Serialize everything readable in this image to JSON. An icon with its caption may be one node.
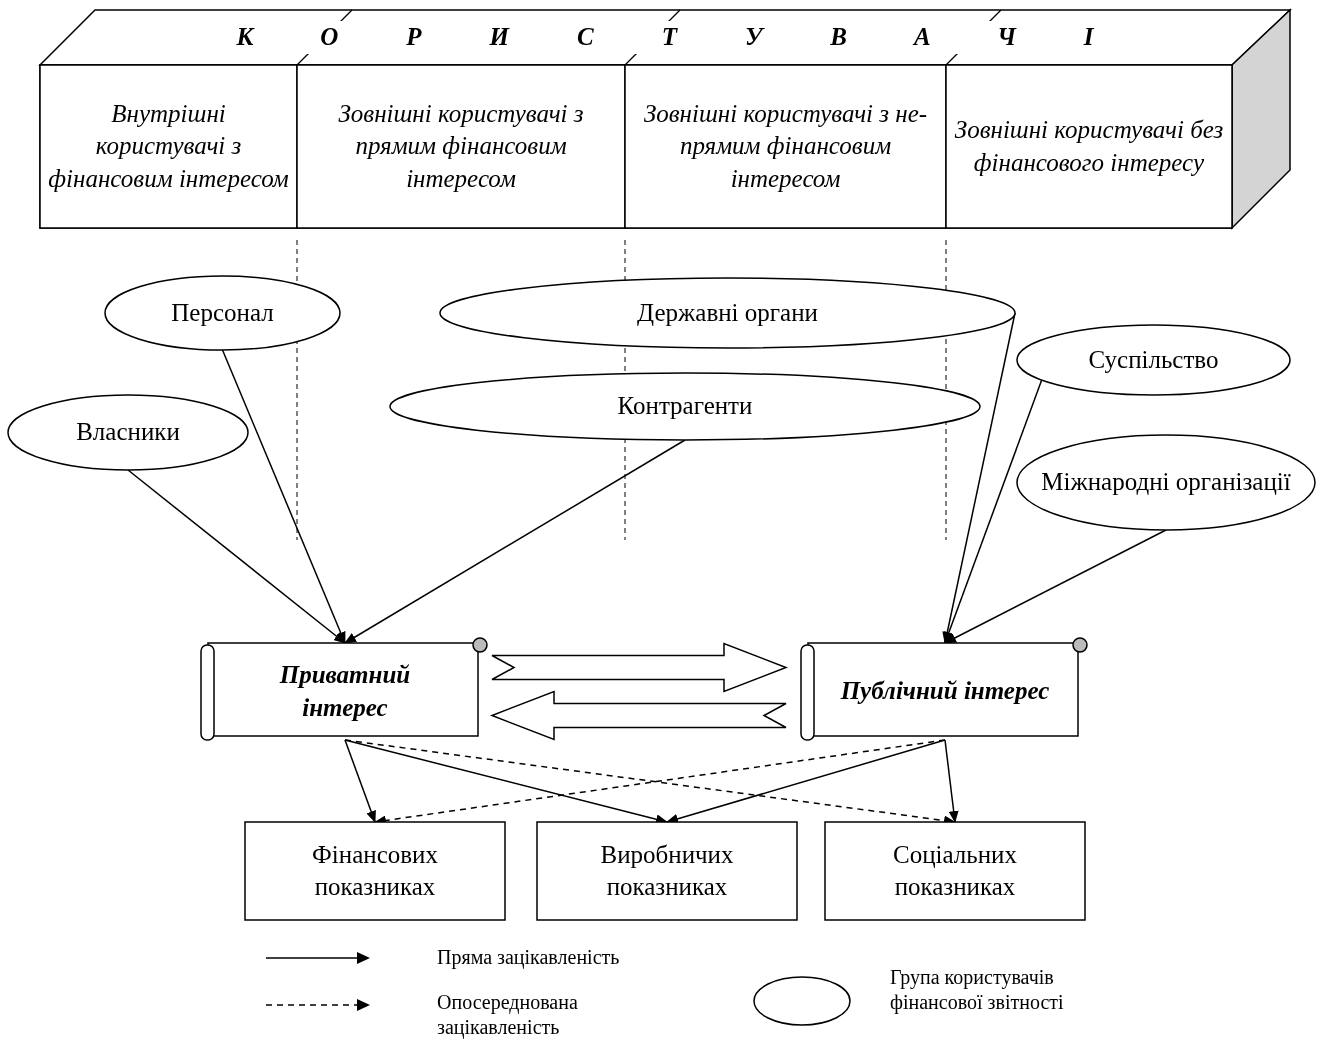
{
  "diagram": {
    "nodes": [
      {
        "text": [
          "КОРИСТУВАЧІ"
        ]
      },
      {
        "text": [
          "Внутрішні користувачі з фінансовим інтересом"
        ],
        "in": 0
      },
      {
        "text": [
          "Зовнішні користувачі з прямим фінансовим інтересом"
        ],
        "in": 0
      },
      {
        "text": [
          "Зовнішні користувачі з не-прямим фінансовим інтересом"
        ],
        "in": 0
      },
      {
        "text": [
          "Зовнішні користувачі без фінансового інтересу"
        ],
        "in": 0
      },
      {
        "text": [
          "Персонал"
        ]
      },
      {
        "text": [
          "Державні органи"
        ]
      },
      {
        "text": [
          "Суспільство"
        ]
      },
      {
        "text": [
          "Контрагенти"
        ]
      },
      {
        "text": [
          "Власники"
        ]
      },
      {
        "text": [
          "Міжнародні організації"
        ]
      },
      {
        "text": [
          "Приватний інтерес"
        ]
      },
      {
        "text": [
          "Публічний інтерес"
        ]
      },
      {
        "text": [
          "Фінансових показниках"
        ]
      },
      {
        "text": [
          "Виробничих показниках"
        ]
      },
      {
        "text": [
          "Соціальних показниках"
        ]
      }
    ],
    "edges": [
      {
        "from": 9,
        "to": 11,
        "arrow": "to"
      },
      {
        "from": 5,
        "to": 11,
        "arrow": "to"
      },
      {
        "from": 8,
        "to": 11,
        "arrow": "to"
      },
      {
        "from": 6,
        "to": 12,
        "arrow": "to"
      },
      {
        "from": 7,
        "to": 12,
        "arrow": "to"
      },
      {
        "from": 10,
        "to": 12,
        "arrow": "to"
      },
      {
        "from": 11,
        "to": 12,
        "arrow": "to",
        "style": "thick"
      },
      {
        "from": 12,
        "to": 11,
        "arrow": "to",
        "style": "thick"
      },
      {
        "from": 11,
        "to": 13,
        "arrow": "to"
      },
      {
        "from": 11,
        "to": 14,
        "arrow": "to"
      },
      {
        "from": 11,
        "to": 15,
        "arrow": "to",
        "style": "dashed"
      },
      {
        "from": 12,
        "to": 13,
        "arrow": "to",
        "style": "dashed"
      },
      {
        "from": 12,
        "to": 14,
        "arrow": "to"
      },
      {
        "from": 12,
        "to": 15,
        "arrow": "to"
      }
    ],
    "legend": [
      {
        "text": "Пряма зацікавленість"
      },
      {
        "text": "Опосереднована зацікавленість"
      },
      {
        "text": "Група користувачів фінансової звітності"
      }
    ]
  }
}
